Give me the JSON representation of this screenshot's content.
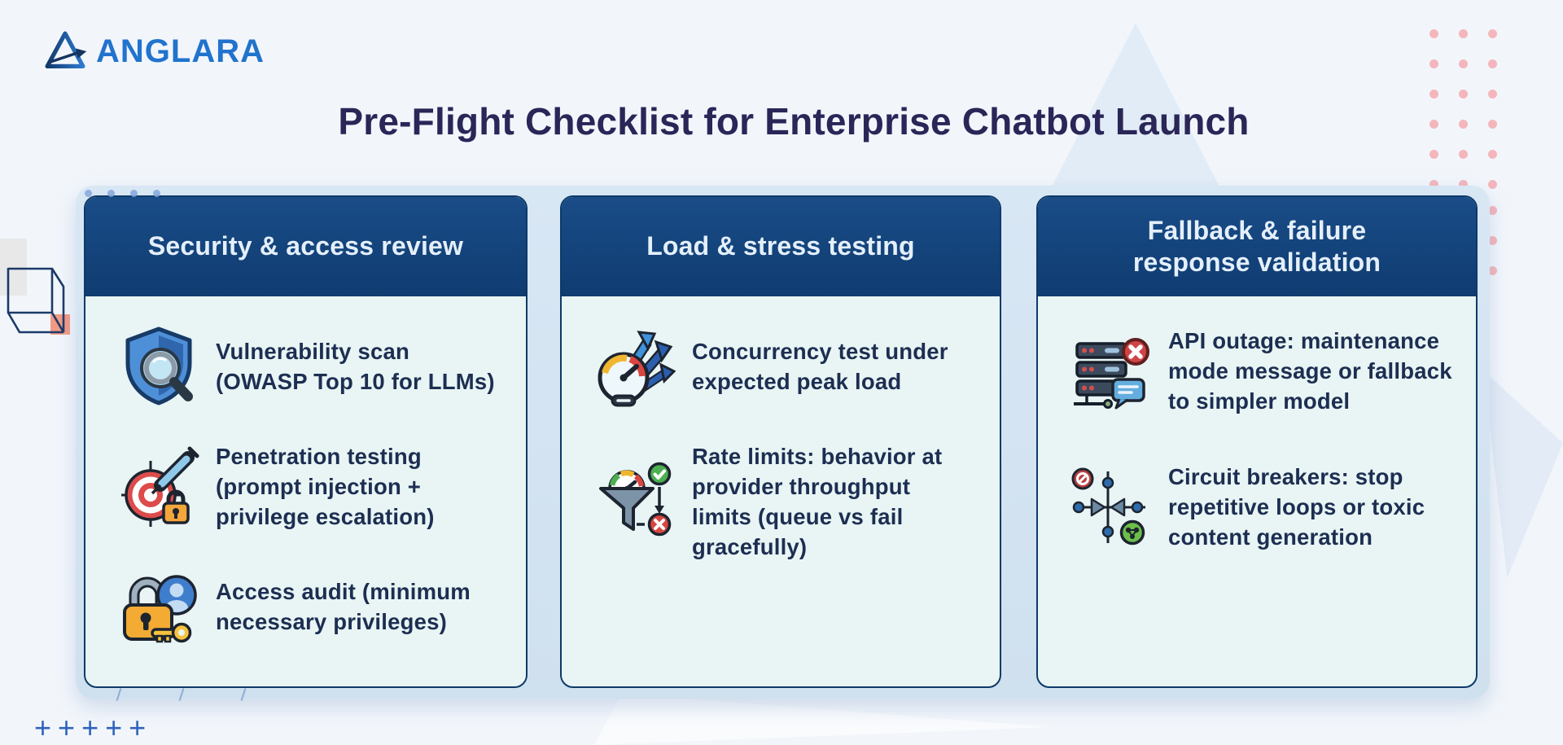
{
  "brand": {
    "name": "ANGLARA"
  },
  "title": "Pre-Flight Checklist for Enterprise Chatbot Launch",
  "cards": [
    {
      "header_lines": [
        "Security & access review"
      ],
      "items": [
        {
          "icon": "shield-scan-icon",
          "lines": [
            "Vulnerability scan",
            "(OWASP Top 10 for LLMs)"
          ]
        },
        {
          "icon": "penetration-testing-icon",
          "lines": [
            "Penetration testing",
            "(prompt injection +",
            "privilege escalation)"
          ]
        },
        {
          "icon": "access-audit-icon",
          "lines": [
            "Access audit (minimum",
            "necessary privileges)"
          ]
        }
      ]
    },
    {
      "header_lines": [
        "Load & stress testing"
      ],
      "items": [
        {
          "icon": "concurrency-gauge-icon",
          "lines": [
            "Concurrency test under",
            "expected peak load"
          ]
        },
        {
          "icon": "rate-limit-funnel-icon",
          "lines": [
            "Rate limits: behavior at",
            "provider throughput",
            "limits (queue vs fail",
            "gracefully)"
          ]
        }
      ]
    },
    {
      "header_lines": [
        "Fallback & failure",
        "response validation"
      ],
      "items": [
        {
          "icon": "server-outage-icon",
          "lines": [
            "API outage: maintenance",
            "mode message or fallback",
            "to simpler model"
          ]
        },
        {
          "icon": "circuit-breaker-icon",
          "lines": [
            "Circuit breakers: stop",
            "repetitive loops or toxic",
            "content generation"
          ]
        }
      ]
    }
  ],
  "decor": {
    "plus_row": [
      "+",
      "+",
      "+",
      "+",
      "+"
    ]
  },
  "colors": {
    "background": "#f2f6fb",
    "panel": "#d2e2f1",
    "card_header": "#12437b",
    "card_border": "#0d3a69",
    "card_body": "#e8f5f4",
    "header_text": "#e4effb",
    "body_text": "#1d2e52",
    "title_text": "#2a2658",
    "logo_blue": "#2173cd",
    "pink_dot": "#f4b6bc",
    "coral_square": "#f39a84",
    "plus_blue": "#2f63bb"
  }
}
